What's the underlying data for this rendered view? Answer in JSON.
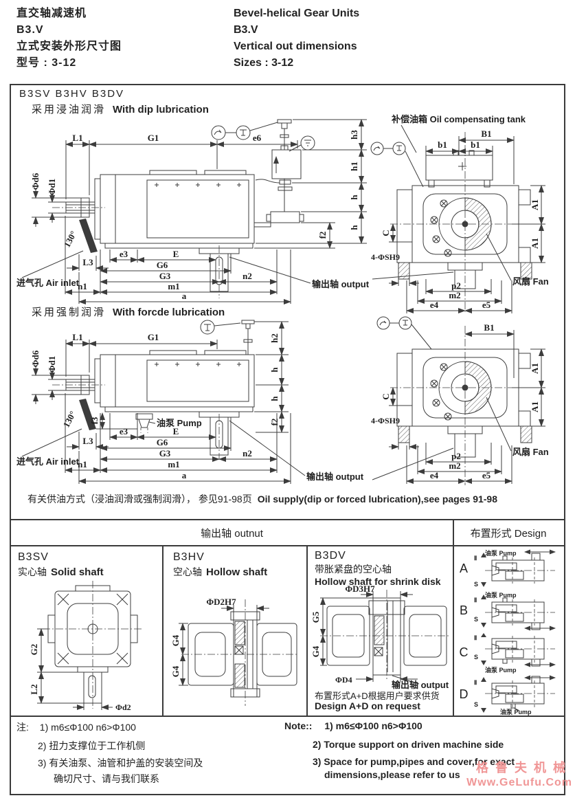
{
  "header": {
    "cn": [
      "直交轴减速机",
      "B3.V",
      "立式安装外形尺寸图",
      "型号 : 3-12"
    ],
    "en": [
      "Bevel-helical Gear Units",
      "B3.V",
      "Vertical out dimensions",
      "Sizes : 3-12"
    ]
  },
  "sections": {
    "models": "B3SV B3HV B3DV",
    "dip_cn": "采用浸油润滑",
    "dip_en": "With dip lubrication",
    "forced_cn": "采用强制润滑",
    "forced_en": "With forcde lubrication",
    "oil_note_cn": "有关供油方式（浸油润滑或强制润滑）， 参见91-98页",
    "oil_note_en": "Oil supply(dip or forced lubrication),see pages 91-98"
  },
  "labels": {
    "air_inlet": "进气孔 Air inlet",
    "output": "输出轴 output",
    "oil_tank": "补偿油箱 Oil compensating tank",
    "fan": "风扇 Fan",
    "pump": "油泵 Pump",
    "angle": "130°"
  },
  "dims": {
    "L1": "L1",
    "G1": "G1",
    "e6": "e6",
    "h3": "h3",
    "h1": "h1",
    "h2": "h2",
    "h": "h",
    "f2": "f2",
    "f3": "f3",
    "d6": "Φd6",
    "d1": "Φd1",
    "L3": "L3",
    "e3": "e3",
    "E": "E",
    "G6": "G6",
    "G3": "G3",
    "n1": "n1",
    "m1": "m1",
    "n2": "n2",
    "a": "a",
    "B1": "B1",
    "b1": "b1",
    "A1": "A1",
    "C": "C",
    "sh9": "4-ΦSH9",
    "p2": "p2",
    "m2": "m2",
    "e4": "e4",
    "e5": "e5",
    "G2": "G2",
    "L2": "L2",
    "d2": "Φd2",
    "D2H7": "ΦD2H7",
    "G4": "G4",
    "G5": "G5",
    "D3H7": "ΦD3H7",
    "D4": "ΦD4"
  },
  "table": {
    "output_header": "输出轴 outnut",
    "design_header": "布置形式 Design",
    "b3sv_code": "B3SV",
    "b3sv_cn": "实心轴",
    "b3sv_en": "Solid shaft",
    "b3hv_code": "B3HV",
    "b3hv_cn": "空心轴",
    "b3hv_en": "Hollow shaft",
    "b3dv_code": "B3DV",
    "b3dv_cn": "带胀紧盘的空心轴",
    "b3dv_en": "Hollow shaft for shrink disk",
    "b3dv_note_cn": "布置形式A+D根据用户要求供货",
    "b3dv_note_en": "Design A+D on request",
    "design_letters": [
      "A",
      "B",
      "C",
      "D"
    ],
    "axis_top": "Ⅱ",
    "axis_bottom": "S"
  },
  "notes": {
    "label_cn": "注:",
    "label_en": "Note::",
    "cn": [
      "1) m6≤Φ100 n6>Φ100",
      "2) 扭力支撑位于工作机侧",
      "3) 有关油泵、油管和护盖的安装空间及",
      "确切尺寸、请与我们联系"
    ],
    "en": [
      "1) m6≤Φ100 n6>Φ100",
      "2) Torque support on driven machine side",
      "3) Space for pump,pipes and cover,for exact",
      "dimensions,please refer to us"
    ]
  },
  "watermark": {
    "line1": "格鲁夫机械",
    "line2": "Www.GeLufu.Com",
    "color": "#f09696"
  }
}
